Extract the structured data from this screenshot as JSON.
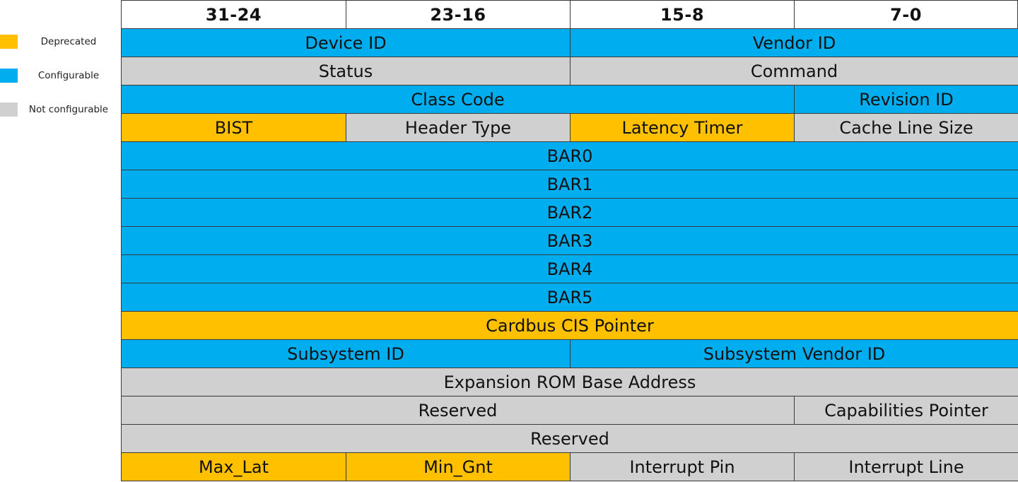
{
  "legend": [
    {
      "label": "Deprecated",
      "color": "#ffc000"
    },
    {
      "label": "Configurable",
      "color": "#00aeef"
    },
    {
      "label": "Not configurable",
      "color": "#d0d0d0"
    }
  ],
  "header": [
    "31-24",
    "23-16",
    "15-8",
    "7-0"
  ],
  "colors": {
    "deprecated": "#ffc000",
    "configurable": "#00aeef",
    "not_configurable": "#d0d0d0"
  },
  "rows": [
    [
      {
        "label": "Device  ID",
        "span": 2,
        "type": "configurable"
      },
      {
        "label": "Vendor ID",
        "span": 2,
        "type": "configurable"
      }
    ],
    [
      {
        "label": "Status",
        "span": 2,
        "type": "not_configurable"
      },
      {
        "label": "Command",
        "span": 2,
        "type": "not_configurable"
      }
    ],
    [
      {
        "label": "Class Code",
        "span": 3,
        "type": "configurable"
      },
      {
        "label": "Revision ID",
        "span": 1,
        "type": "configurable"
      }
    ],
    [
      {
        "label": "BIST",
        "span": 1,
        "type": "deprecated"
      },
      {
        "label": "Header Type",
        "span": 1,
        "type": "not_configurable"
      },
      {
        "label": "Latency Timer",
        "span": 1,
        "type": "deprecated"
      },
      {
        "label": "Cache Line Size",
        "span": 1,
        "type": "not_configurable"
      }
    ],
    [
      {
        "label": "BAR0",
        "span": 4,
        "type": "configurable"
      }
    ],
    [
      {
        "label": "BAR1",
        "span": 4,
        "type": "configurable"
      }
    ],
    [
      {
        "label": "BAR2",
        "span": 4,
        "type": "configurable"
      }
    ],
    [
      {
        "label": "BAR3",
        "span": 4,
        "type": "configurable"
      }
    ],
    [
      {
        "label": "BAR4",
        "span": 4,
        "type": "configurable"
      }
    ],
    [
      {
        "label": "BAR5",
        "span": 4,
        "type": "configurable"
      }
    ],
    [
      {
        "label": "Cardbus CIS Pointer",
        "span": 4,
        "type": "deprecated"
      }
    ],
    [
      {
        "label": "Subsystem ID",
        "span": 2,
        "type": "configurable"
      },
      {
        "label": "Subsystem Vendor ID",
        "span": 2,
        "type": "configurable"
      }
    ],
    [
      {
        "label": "Expansion ROM Base Address",
        "span": 4,
        "type": "not_configurable"
      }
    ],
    [
      {
        "label": "Reserved",
        "span": 3,
        "type": "not_configurable"
      },
      {
        "label": "Capabilities Pointer",
        "span": 1,
        "type": "not_configurable"
      }
    ],
    [
      {
        "label": "Reserved",
        "span": 4,
        "type": "not_configurable"
      }
    ],
    [
      {
        "label": "Max_Lat",
        "span": 1,
        "type": "deprecated"
      },
      {
        "label": "Min_Gnt",
        "span": 1,
        "type": "deprecated"
      },
      {
        "label": "Interrupt Pin",
        "span": 1,
        "type": "not_configurable"
      },
      {
        "label": "Interrupt Line",
        "span": 1,
        "type": "not_configurable"
      }
    ]
  ]
}
